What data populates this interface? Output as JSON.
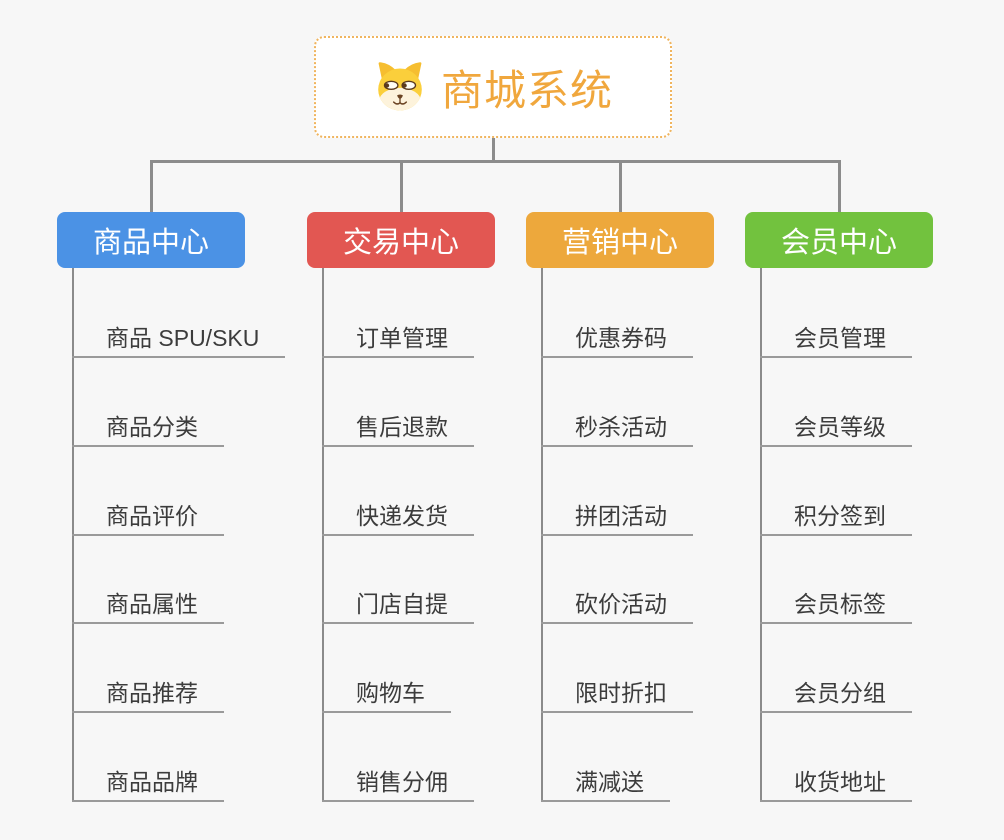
{
  "root": {
    "title": "商城系统",
    "icon": "dog-face-icon",
    "title_color": "#F0A73D",
    "border_color": "#F0B55F"
  },
  "colors": {
    "background": "#F7F7F7",
    "connector": "#8C8C8C",
    "child_underline": "#9A9A9A",
    "child_text": "#3C3C3C"
  },
  "branches": [
    {
      "label": "商品中心",
      "color": "#4B92E5",
      "children": [
        "商品 SPU/SKU",
        "商品分类",
        "商品评价",
        "商品属性",
        "商品推荐",
        "商品品牌"
      ]
    },
    {
      "label": "交易中心",
      "color": "#E25752",
      "children": [
        "订单管理",
        "售后退款",
        "快递发货",
        "门店自提",
        "购物车",
        "销售分佣"
      ]
    },
    {
      "label": "营销中心",
      "color": "#EDA83C",
      "children": [
        "优惠券码",
        "秒杀活动",
        "拼团活动",
        "砍价活动",
        "限时折扣",
        "满减送"
      ]
    },
    {
      "label": "会员中心",
      "color": "#72C23E",
      "children": [
        "会员管理",
        "会员等级",
        "积分签到",
        "会员标签",
        "会员分组",
        "收货地址"
      ]
    }
  ]
}
